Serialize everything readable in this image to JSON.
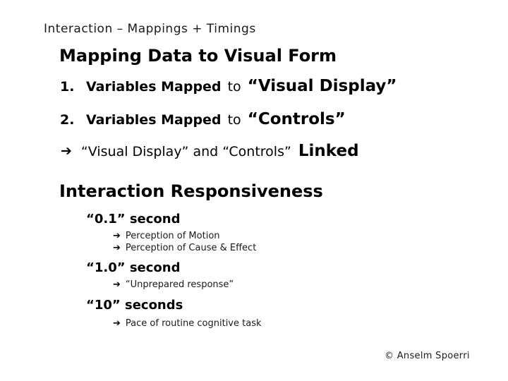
{
  "slide": {
    "header_title": "Interaction – Mappings + Timings",
    "arrow_glyph": "➔",
    "mapping_section": {
      "heading": "Mapping Data to Visual Form",
      "items": [
        {
          "number": "1.",
          "lead": "Variables Mapped",
          "connector": "to",
          "emphasis": "“Visual Display”"
        },
        {
          "number": "2.",
          "lead": "Variables Mapped",
          "connector": "to",
          "emphasis": "“Controls”"
        }
      ],
      "conclusion": {
        "text": "“Visual Display” and “Controls”",
        "emphasis": "Linked"
      }
    },
    "responsiveness_section": {
      "heading": "Interaction Responsiveness",
      "timings": [
        {
          "label": "“0.1” second",
          "points": [
            "Perception of Motion",
            "Perception of Cause & Effect"
          ]
        },
        {
          "label": "“1.0” second",
          "points": [
            "“Unprepared response”"
          ]
        },
        {
          "label": "“10” seconds",
          "points": [
            "Pace of routine cognitive task"
          ]
        }
      ]
    },
    "credit": "© Anselm Spoerri"
  }
}
